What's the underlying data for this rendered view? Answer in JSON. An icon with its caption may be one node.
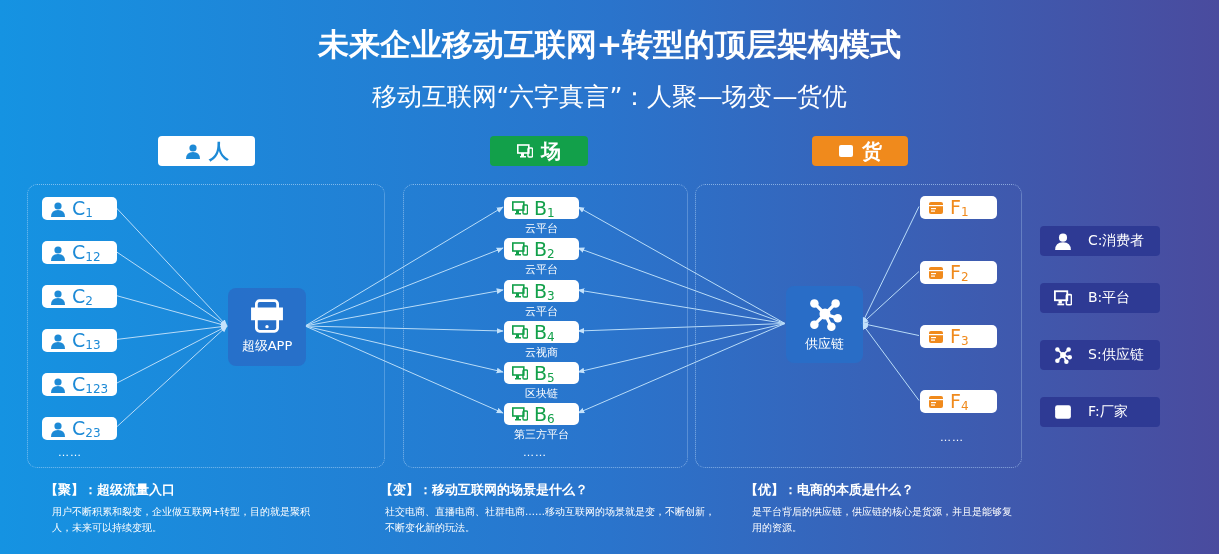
{
  "diagram": {
    "title": "未来企业移动互联网+转型的顶层架构模式",
    "caption": "移动互联网“六字真言”：人聚—场变—货优",
    "nodes": [
      {
        "text": [
          "人"
        ]
      },
      {
        "text": [
          "场"
        ]
      },
      {
        "text": [
          "货"
        ]
      },
      {
        "text": [],
        "shape": "box"
      },
      {
        "text": [],
        "shape": "box"
      },
      {
        "text": [],
        "shape": "box"
      },
      {
        "text": [
          "C$_{1}$"
        ],
        "in": 3
      },
      {
        "text": [
          "C$_{12}$"
        ],
        "in": 3
      },
      {
        "text": [
          "C$_{2}$"
        ],
        "in": 3
      },
      {
        "text": [
          "C$_{13}$"
        ],
        "in": 3
      },
      {
        "text": [
          "C$_{123}$"
        ],
        "in": 3
      },
      {
        "text": [
          "C$_{23}$"
        ],
        "in": 3
      },
      {
        "text": [
          "超级APP"
        ],
        "in": 3
      },
      {
        "text": [
          "B$_{1}$"
        ],
        "in": 4,
        "beside": [
          "云平台"
        ]
      },
      {
        "text": [
          "B$_{2}$"
        ],
        "in": 4,
        "beside": [
          "云平台"
        ]
      },
      {
        "text": [
          "B$_{3}$"
        ],
        "in": 4,
        "beside": [
          "云平台"
        ]
      },
      {
        "text": [
          "B$_{4}$"
        ],
        "in": 4,
        "beside": [
          "云视商"
        ]
      },
      {
        "text": [
          "B$_{5}$"
        ],
        "in": 4,
        "beside": [
          "区块链"
        ]
      },
      {
        "text": [
          "B$_{6}$"
        ],
        "in": 4,
        "beside": [
          "第三方平台"
        ]
      },
      {
        "text": [
          "供应链"
        ],
        "in": 5
      },
      {
        "text": [
          "F$_{1}$"
        ],
        "in": 5
      },
      {
        "text": [
          "F$_{2}$"
        ],
        "in": 5
      },
      {
        "text": [
          "F$_{3}$"
        ],
        "in": 5
      },
      {
        "text": [
          "F$_{4}$"
        ],
        "in": 5
      }
    ],
    "edges": [
      {
        "from": 6,
        "to": 12,
        "arrow": "to"
      },
      {
        "from": 7,
        "to": 12,
        "arrow": "to"
      },
      {
        "from": 8,
        "to": 12,
        "arrow": "to"
      },
      {
        "from": 9,
        "to": 12,
        "arrow": "to"
      },
      {
        "from": 10,
        "to": 12,
        "arrow": "to"
      },
      {
        "from": 11,
        "to": 12,
        "arrow": "to"
      },
      {
        "from": 12,
        "to": 13,
        "arrow": "to"
      },
      {
        "from": 12,
        "to": 14,
        "arrow": "to"
      },
      {
        "from": 12,
        "to": 15,
        "arrow": "to"
      },
      {
        "from": 12,
        "to": 16,
        "arrow": "to"
      },
      {
        "from": 12,
        "to": 17,
        "arrow": "to"
      },
      {
        "from": 12,
        "to": 18,
        "arrow": "to"
      },
      {
        "from": 19,
        "to": 13,
        "arrow": "to"
      },
      {
        "from": 19,
        "to": 14,
        "arrow": "to"
      },
      {
        "from": 19,
        "to": 15,
        "arrow": "to"
      },
      {
        "from": 19,
        "to": 16,
        "arrow": "to"
      },
      {
        "from": 19,
        "to": 17,
        "arrow": "to"
      },
      {
        "from": 19,
        "to": 18,
        "arrow": "to"
      },
      {
        "from": 20,
        "to": 19,
        "arrow": "to"
      },
      {
        "from": 21,
        "to": 19,
        "arrow": "to"
      },
      {
        "from": 22,
        "to": 19,
        "arrow": "to"
      },
      {
        "from": 23,
        "to": 19,
        "arrow": "to"
      }
    ],
    "labels": [
      "……",
      "……",
      "……",
      "【聚】：超级流量入口",
      "用户不断积累和裂变，企业做互联网+转型，目的就是聚积人，未来可以持续变现。",
      "【变】：移动互联网的场景是什么？",
      "社交电商、直播电商、社群电商……移动互联网的场景就是变，不断创新，不断变化新的玩法。",
      "【优】：电商的本质是什么？",
      "是平台背后的供应链，供应链的核心是货源，并且是能够复用的资源。"
    ],
    "legend": [
      {
        "text": "C:消费者"
      },
      {
        "text": "B:平台"
      },
      {
        "text": "S:供应链"
      },
      {
        "text": "F:厂家"
      }
    ]
  }
}
